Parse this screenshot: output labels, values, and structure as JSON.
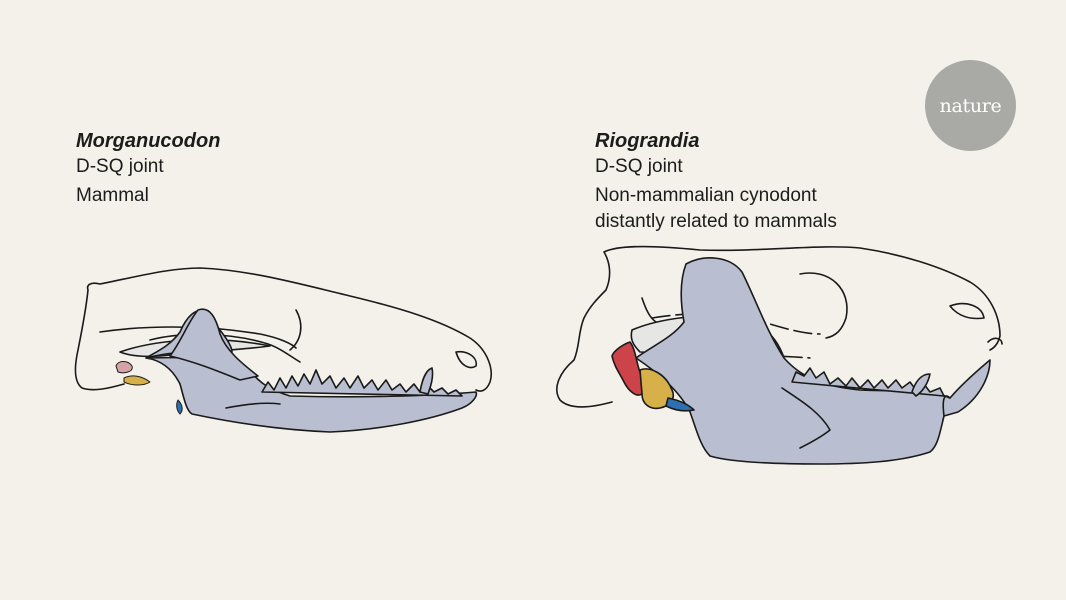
{
  "logo": {
    "text": "nature"
  },
  "left_panel": {
    "species": "Morganucodon",
    "joint": "D-SQ joint",
    "description_lines": [
      "Mammal"
    ]
  },
  "right_panel": {
    "species": "Riograndia",
    "joint": "D-SQ joint",
    "description_lines": [
      "Non-mammalian cynodont",
      "distantly related to mammals"
    ]
  },
  "colors": {
    "background": "#f3f1ea",
    "bone_fill": "#b9bfd0",
    "zygomatic_fill": "#e6e6e4",
    "outline": "#1a1a1a",
    "quadrate": "#cc4449",
    "articular": "#d8b04a",
    "angular": "#2f6fb0",
    "logo": "#a9a9a6"
  }
}
